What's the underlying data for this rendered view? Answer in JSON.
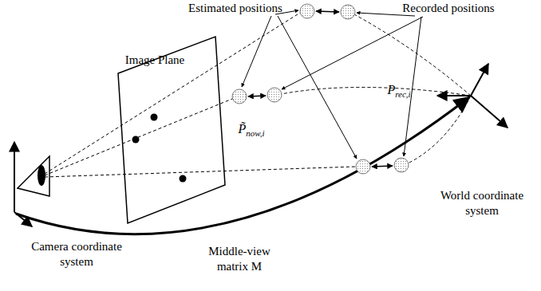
{
  "diagram": {
    "labels": [
      "Estimated positions",
      "Recorded positions",
      "Image Plane",
      "Prec,i",
      "P̃now,i",
      "World coordinate system",
      "Camera coordinate system",
      "Middle-view matrix M"
    ]
  }
}
